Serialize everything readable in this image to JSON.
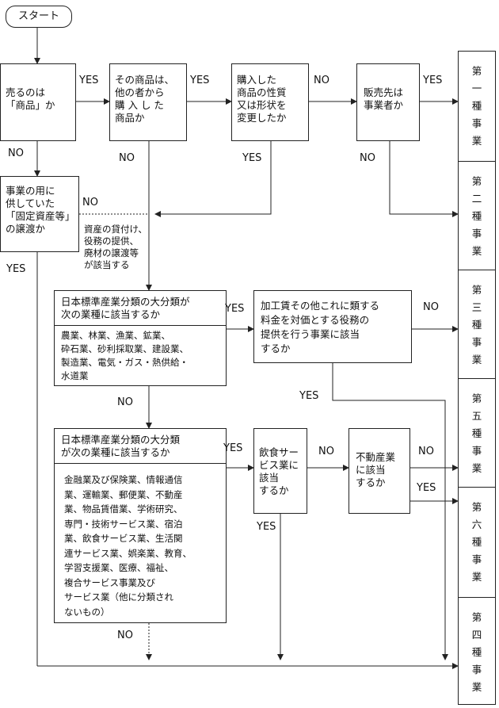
{
  "start": "スタート",
  "boxes": {
    "b1": "売るのは\n「商品」か",
    "b2": "その商品は、\n他の者から\n購 入 し た\n商品か",
    "b3": "購入した\n商品の性質\n又は形状を\n変更したか",
    "b4": "販売先は\n事業者か",
    "b5": "事業の用に\n供していた\n「固定資産等」\nの譲渡か",
    "note": "資産の貸付け、\n役務の提供、\n廃材の譲渡等\nが該当する",
    "b6_head": "日本標準産業分類の大分類が\n次の業種に該当するか",
    "b6_body": "農業、林業、漁業、鉱業、\n砕石業、砂利採取業、建設業、\n製造業、電気・ガス・熱供給・\n水道業",
    "b7": "加工賃その他これに類する\n料金を対価とする役務の\n提供を行う事業に該当\nするか",
    "b8_head": "日本標準産業分類の大分類\nが次の業種に該当するか",
    "b8_body": "金融業及び保険業、情報通信\n業、運輸業、郵便業、不動産\n業、物品賃借業、学術研究、\n専門・技術サービス業、宿泊\n業、飲食サービス業、生活関\n連サービス業、娯楽業、教育、\n学習支援業、医療、福祉、\n複合サービス事業及び\nサービス業（他に分類され\nないもの）",
    "b9": "飲食サー\nビス業に\n該当\nするか",
    "b10": "不動産業\nに該当\nするか"
  },
  "labels": {
    "yes": "YES",
    "no": "NO"
  },
  "categories": [
    "第\n一\n種\n事\n業",
    "第\n二\n種\n事\n業",
    "第\n三\n種\n事\n業",
    "第\n五\n種\n事\n業",
    "第\n六\n種\n事\n業",
    "第\n四\n種\n事\n業"
  ]
}
